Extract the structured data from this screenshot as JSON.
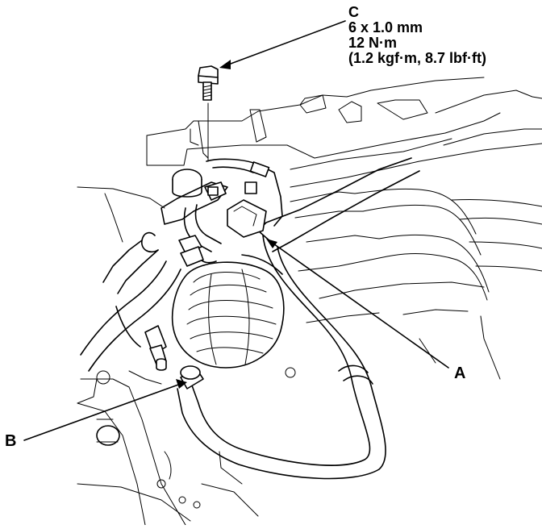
{
  "callouts": {
    "c": {
      "letter": "C",
      "size": "6 x 1.0 mm",
      "torque": "12 N·m",
      "torque_alt": "(1.2 kgf·m, 8.7 lbf·ft)"
    },
    "a": {
      "letter": "A"
    },
    "b": {
      "letter": "B"
    }
  }
}
